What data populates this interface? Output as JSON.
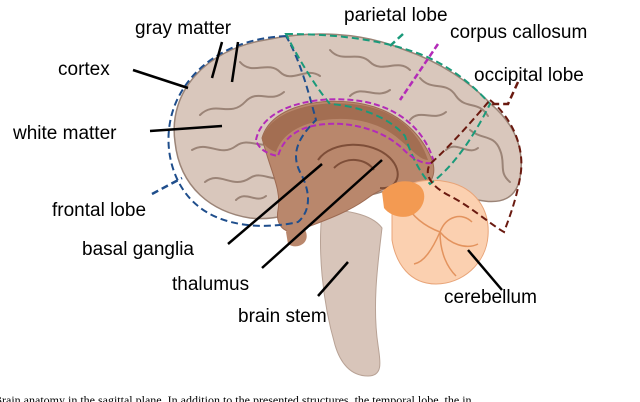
{
  "labels": {
    "gray_matter": "gray matter",
    "parietal_lobe": "parietal lobe",
    "corpus_callosum": "corpus callosum",
    "cortex": "cortex",
    "occipital_lobe": "occipital lobe",
    "white_matter": "white matter",
    "frontal_lobe": "frontal lobe",
    "basal_ganglia": "basal ganglia",
    "thalumus": "thalumus",
    "brain_stem": "brain stem",
    "cerebellum": "cerebellum"
  },
  "caption": "Brain anatomy in the sagittal plane. In addition to the presented structures, the temporal lobe, the in",
  "colors": {
    "cortex": "#d9c7bc",
    "cortex_stroke": "#9b8477",
    "white_matter": "#c9b3a6",
    "inner": "#b9876c",
    "inner_dark": "#9c6a52",
    "brain_stem": "#d8c5ba",
    "cerebellum": "#fbd0b0",
    "cerebellum_core": "#f39a52",
    "frontal_outline": "#1f4e8c",
    "parietal_outline": "#1a9a7a",
    "corpus_outline": "#b32bb8",
    "occipital_outline": "#6a1a10"
  }
}
